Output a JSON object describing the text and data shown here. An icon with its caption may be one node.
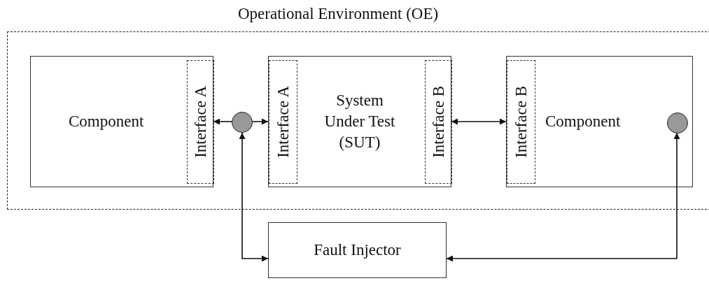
{
  "diagram": {
    "nodes": [
      {
        "text": [
          "Operational Environment (OE)"
        ]
      },
      {
        "text": [
          "Component"
        ],
        "in": 0
      },
      {
        "text": [
          "Interface A"
        ],
        "in": 1
      },
      {
        "text": [],
        "shape": "circle",
        "in": 0
      },
      {
        "text": [
          "System Under Test (SUT)"
        ],
        "in": 0
      },
      {
        "text": [
          "Interface A"
        ],
        "in": 4
      },
      {
        "text": [
          "Interface B"
        ],
        "in": 4
      },
      {
        "text": [
          "Component"
        ],
        "in": 0
      },
      {
        "text": [
          "Interface B"
        ],
        "in": 7
      },
      {
        "text": [],
        "shape": "circle",
        "in": 7
      },
      {
        "text": [
          "Fault Injector"
        ]
      }
    ],
    "edges": [
      {
        "from": 3,
        "to": 2,
        "arrow": "to"
      },
      {
        "from": 3,
        "to": 5,
        "arrow": "to"
      },
      {
        "from": 6,
        "to": 8,
        "arrow": "both"
      },
      {
        "from": 10,
        "to": 3,
        "arrow": "both"
      },
      {
        "from": 10,
        "to": 9,
        "arrow": "both"
      }
    ]
  }
}
